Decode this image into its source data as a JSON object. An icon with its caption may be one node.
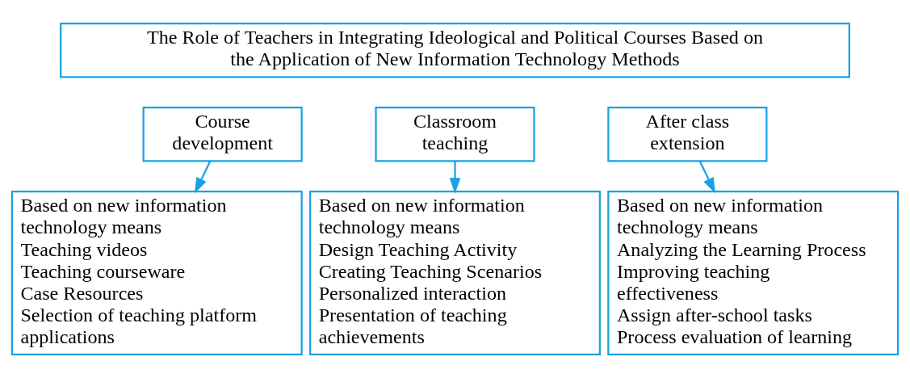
{
  "diagram": {
    "nodes": [
      {
        "text": [
          "The Role of Teachers in Integrating Ideological and Political Courses Based on the Application of New Information Technology Methods"
        ]
      },
      {
        "text": [
          "Course development"
        ]
      },
      {
        "text": [
          "Classroom teaching"
        ]
      },
      {
        "text": [
          "After class extension"
        ]
      },
      {
        "text": [
          "Based on new information technology means",
          "Teaching videos",
          "Teaching courseware",
          "Case Resources",
          "Selection of teaching platform applications"
        ]
      },
      {
        "text": [
          "Based on new information technology means",
          "Design Teaching Activity",
          "Creating Teaching Scenarios",
          "Personalized interaction",
          "Presentation of teaching achievements"
        ]
      },
      {
        "text": [
          "Based on new information technology means",
          "Analyzing the Learning Process",
          "Improving teaching effectiveness",
          "Assign after-school tasks",
          "Process evaluation of learning"
        ]
      }
    ],
    "edges": [
      {
        "from": 1,
        "to": 4,
        "arrow": "to"
      },
      {
        "from": 2,
        "to": 5,
        "arrow": "to"
      },
      {
        "from": 3,
        "to": 6,
        "arrow": "to"
      }
    ]
  }
}
